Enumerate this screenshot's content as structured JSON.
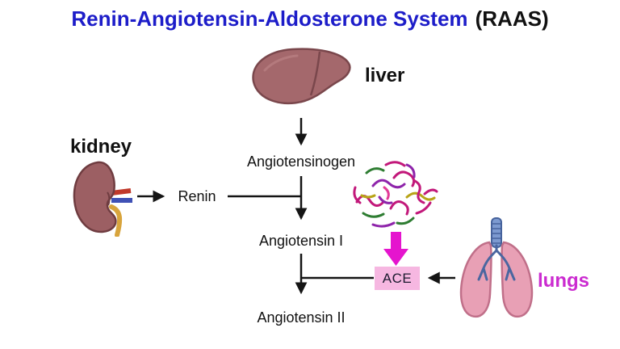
{
  "title": {
    "main": "Renin-Angiotensin-Aldosterone System",
    "suffix": "(RAAS)"
  },
  "nodes": {
    "liver": "liver",
    "kidney": "kidney",
    "lungs": "lungs",
    "angiotensinogen": "Angiotensinogen",
    "renin": "Renin",
    "angiotensin_i": "Angiotensin I",
    "angiotensin_ii": "Angiotensin II",
    "ace": "ACE"
  },
  "flow": {
    "steps": [
      "liver produces Angiotensinogen",
      "kidney releases Renin which converts Angiotensinogen to Angiotensin I",
      "ACE from lungs converts Angiotensin I to Angiotensin II"
    ]
  },
  "colors": {
    "title_blue": "#1d1dc9",
    "label_magenta": "#cb2bd0",
    "magenta_arrow": "#e514ce",
    "ace_box_bg": "#f6b7e1",
    "arrow_black": "#141414"
  }
}
